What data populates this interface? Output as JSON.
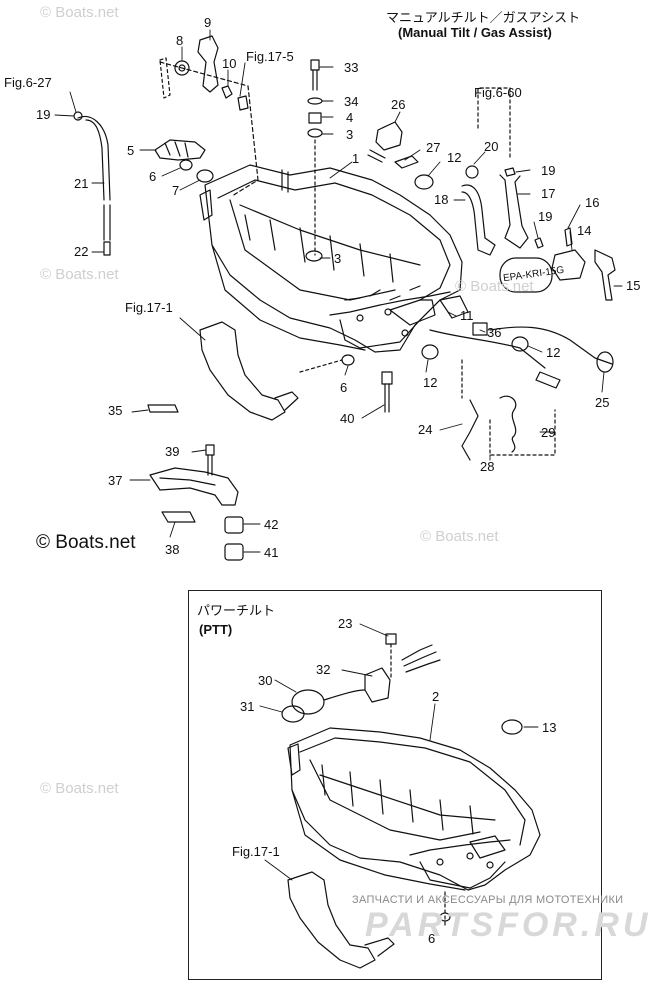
{
  "title": {
    "japanese": "マニュアルチルト／ガスアシスト",
    "english": "(Manual Tilt / Gas Assist)"
  },
  "ptt_section": {
    "japanese": "パワーチルト",
    "english": "(PTT)"
  },
  "copyright": "© Boats.net",
  "watermarks": {
    "boats": "© Boats.net",
    "parts_caption": "ЗАПЧАСТИ И АКСЕССУАРЫ ДЛЯ МОТОТЕХНИКИ",
    "parts_brand": "PARTSFOR.RU"
  },
  "epa_label": "EPA-KRI-15G",
  "references": {
    "fig_6_27": "Fig.6-27",
    "fig_17_5": "Fig.17-5",
    "fig_6_60": "Fig.6-60",
    "fig_17_1_upper": "Fig.17-1",
    "fig_17_1_lower": "Fig.17-1"
  },
  "callouts": {
    "n1": "1",
    "n2": "2",
    "n3a": "3",
    "n3b": "3",
    "n4": "4",
    "n5": "5",
    "n6a": "6",
    "n6b": "6",
    "n6c": "6",
    "n7": "7",
    "n8": "8",
    "n9": "9",
    "n10": "10",
    "n11": "11",
    "n12a": "12",
    "n12b": "12",
    "n12c": "12",
    "n13": "13",
    "n14": "14",
    "n15": "15",
    "n16": "16",
    "n17": "17",
    "n18": "18",
    "n19a": "19",
    "n19b": "19",
    "n19c": "19",
    "n20": "20",
    "n21": "21",
    "n22": "22",
    "n23": "23",
    "n24": "24",
    "n25": "25",
    "n26": "26",
    "n27": "27",
    "n28": "28",
    "n29": "29",
    "n30": "30",
    "n31": "31",
    "n32": "32",
    "n33": "33",
    "n34": "34",
    "n35": "35",
    "n36": "36",
    "n37": "37",
    "n38": "38",
    "n39": "39",
    "n40": "40",
    "n41": "41",
    "n42": "42"
  }
}
